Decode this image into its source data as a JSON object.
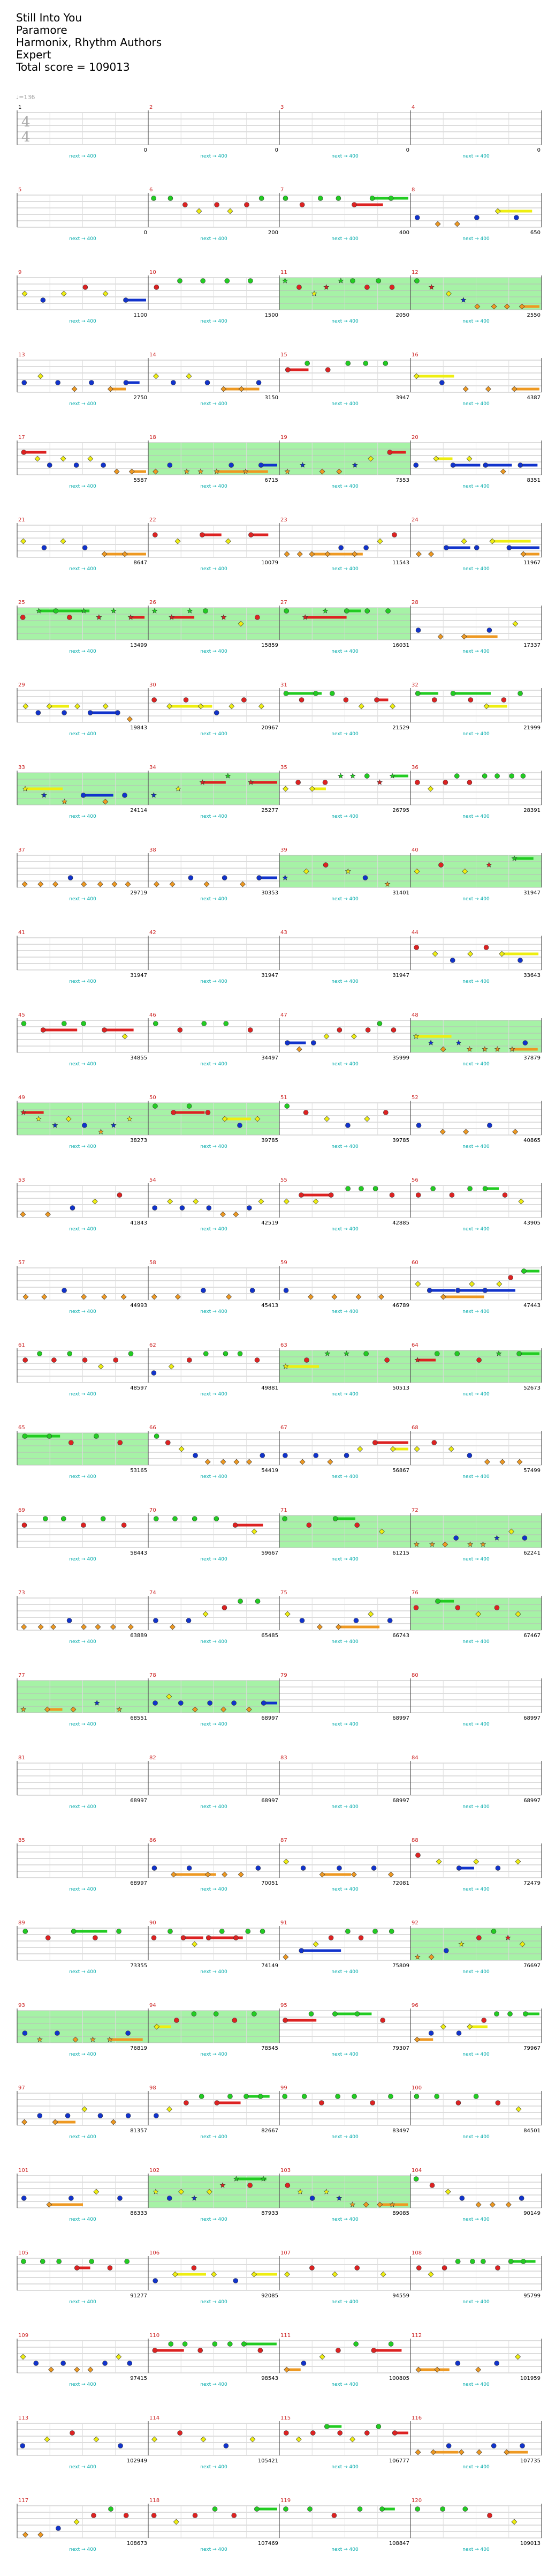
{
  "header": {
    "title": "Still Into You",
    "artist": "Paramore",
    "charter": "Harmonix, Rhythm Authors",
    "difficulty": "Expert",
    "total_score": "Total score = 109013"
  },
  "tempo": "♩=136",
  "time_signature": {
    "top": "4",
    "bottom": "4"
  },
  "multiplier_label": "next → 400",
  "colors": {
    "green": "#22cc22",
    "red": "#dd2222",
    "yellow": "#eeee11",
    "blue": "#1133cc",
    "orange": "#ee9922",
    "star_power": "#88ee88",
    "measure_number_first": "#000000",
    "measure_number": "#cc2222",
    "score_text": "#000000",
    "multiplier_text": "#00aaaa"
  },
  "measures": [
    {
      "n": "1",
      "score": "0"
    },
    {
      "n": "2",
      "score": "0"
    },
    {
      "n": "3",
      "score": "0"
    },
    {
      "n": "4",
      "score": "0"
    },
    {
      "n": "5",
      "score": "0"
    },
    {
      "n": "6",
      "score": "200"
    },
    {
      "n": "7",
      "score": "400"
    },
    {
      "n": "8",
      "score": "650"
    },
    {
      "n": "9",
      "score": "1100"
    },
    {
      "n": "10",
      "score": "1500"
    },
    {
      "n": "11",
      "score": "2050"
    },
    {
      "n": "12",
      "score": "2550"
    },
    {
      "n": "13",
      "score": "2750"
    },
    {
      "n": "14",
      "score": "3150"
    },
    {
      "n": "15",
      "score": "3947"
    },
    {
      "n": "16",
      "score": "4387"
    },
    {
      "n": "17",
      "score": "5587"
    },
    {
      "n": "18",
      "score": "6715"
    },
    {
      "n": "19",
      "score": "7553"
    },
    {
      "n": "20",
      "score": "8351"
    },
    {
      "n": "21",
      "score": "8647"
    },
    {
      "n": "22",
      "score": "10079"
    },
    {
      "n": "23",
      "score": "11543"
    },
    {
      "n": "24",
      "score": "11967"
    },
    {
      "n": "25",
      "score": "13499"
    },
    {
      "n": "26",
      "score": "15859"
    },
    {
      "n": "27",
      "score": "16031"
    },
    {
      "n": "28",
      "score": "17337"
    },
    {
      "n": "29",
      "score": "19843"
    },
    {
      "n": "30",
      "score": "20967"
    },
    {
      "n": "31",
      "score": "21529"
    },
    {
      "n": "32",
      "score": "21999"
    },
    {
      "n": "33",
      "score": "24114"
    },
    {
      "n": "34",
      "score": "25277"
    },
    {
      "n": "35",
      "score": "26795"
    },
    {
      "n": "36",
      "score": "28391"
    },
    {
      "n": "37",
      "score": "29719"
    },
    {
      "n": "38",
      "score": "30353"
    },
    {
      "n": "39",
      "score": "31401"
    },
    {
      "n": "40",
      "score": "31947"
    },
    {
      "n": "41",
      "score": "31947"
    },
    {
      "n": "42",
      "score": "31947"
    },
    {
      "n": "43",
      "score": "31947"
    },
    {
      "n": "44",
      "score": "33643"
    },
    {
      "n": "45",
      "score": "34855"
    },
    {
      "n": "46",
      "score": "34497"
    },
    {
      "n": "47",
      "score": "35999"
    },
    {
      "n": "48",
      "score": "37879"
    },
    {
      "n": "49",
      "score": "38273"
    },
    {
      "n": "50",
      "score": "39785"
    },
    {
      "n": "51",
      "score": "39785"
    },
    {
      "n": "52",
      "score": "40865"
    },
    {
      "n": "53",
      "score": "41843"
    },
    {
      "n": "54",
      "score": "42519"
    },
    {
      "n": "55",
      "score": "42885"
    },
    {
      "n": "56",
      "score": "43905"
    },
    {
      "n": "57",
      "score": "44993"
    },
    {
      "n": "58",
      "score": "45413"
    },
    {
      "n": "59",
      "score": "46789"
    },
    {
      "n": "60",
      "score": "47443"
    },
    {
      "n": "61",
      "score": "48597"
    },
    {
      "n": "62",
      "score": "49881"
    },
    {
      "n": "63",
      "score": "50513"
    },
    {
      "n": "64",
      "score": "52673"
    },
    {
      "n": "65",
      "score": "53165"
    },
    {
      "n": "66",
      "score": "54419"
    },
    {
      "n": "67",
      "score": "56867"
    },
    {
      "n": "68",
      "score": "57499"
    },
    {
      "n": "69",
      "score": "58443"
    },
    {
      "n": "70",
      "score": "59667"
    },
    {
      "n": "71",
      "score": "61215"
    },
    {
      "n": "72",
      "score": "62241"
    },
    {
      "n": "73",
      "score": "63889"
    },
    {
      "n": "74",
      "score": "65485"
    },
    {
      "n": "75",
      "score": "66743"
    },
    {
      "n": "76",
      "score": "67467"
    },
    {
      "n": "77",
      "score": "68551"
    },
    {
      "n": "78",
      "score": "68997"
    },
    {
      "n": "79",
      "score": "68997"
    },
    {
      "n": "80",
      "score": "68997"
    },
    {
      "n": "81",
      "score": "68997"
    },
    {
      "n": "82",
      "score": "68997"
    },
    {
      "n": "83",
      "score": "68997"
    },
    {
      "n": "84",
      "score": "68997"
    },
    {
      "n": "85",
      "score": "68997"
    },
    {
      "n": "86",
      "score": "70051"
    },
    {
      "n": "87",
      "score": "72081"
    },
    {
      "n": "88",
      "score": "72479"
    },
    {
      "n": "89",
      "score": "73355"
    },
    {
      "n": "90",
      "score": "74149"
    },
    {
      "n": "91",
      "score": "75809"
    },
    {
      "n": "92",
      "score": "76697"
    },
    {
      "n": "93",
      "score": "76819"
    },
    {
      "n": "94",
      "score": "78545"
    },
    {
      "n": "95",
      "score": "79307"
    },
    {
      "n": "96",
      "score": "79967"
    },
    {
      "n": "97",
      "score": "81357"
    },
    {
      "n": "98",
      "score": "82667"
    },
    {
      "n": "99",
      "score": "83497"
    },
    {
      "n": "100",
      "score": "84501"
    },
    {
      "n": "101",
      "score": "86333"
    },
    {
      "n": "102",
      "score": "87933"
    },
    {
      "n": "103",
      "score": "89085"
    },
    {
      "n": "104",
      "score": "90149"
    },
    {
      "n": "105",
      "score": "91277"
    },
    {
      "n": "106",
      "score": "92085"
    },
    {
      "n": "107",
      "score": "94559"
    },
    {
      "n": "108",
      "score": "95799"
    },
    {
      "n": "109",
      "score": "97415"
    },
    {
      "n": "110",
      "score": "98543"
    },
    {
      "n": "111",
      "score": "100805"
    },
    {
      "n": "112",
      "score": "101959"
    },
    {
      "n": "113",
      "score": "102949"
    },
    {
      "n": "114",
      "score": "105421"
    },
    {
      "n": "115",
      "score": "106777"
    },
    {
      "n": "116",
      "score": "107735"
    },
    {
      "n": "117",
      "score": "108673"
    },
    {
      "n": "118",
      "score": "107469"
    },
    {
      "n": "119",
      "score": "108847"
    },
    {
      "n": "120",
      "score": "109013"
    }
  ],
  "star_power_measures": [
    11,
    12,
    18,
    19,
    25,
    26,
    27,
    33,
    34,
    39,
    40,
    48,
    49,
    50,
    63,
    64,
    65,
    71,
    72,
    76,
    77,
    78,
    92,
    93,
    94,
    102,
    103
  ],
  "star_notes": [
    11,
    12,
    18,
    19,
    25,
    26,
    27,
    33,
    34,
    35,
    39,
    40,
    48,
    49,
    63,
    64,
    71,
    72,
    77,
    92,
    93,
    102,
    103
  ]
}
